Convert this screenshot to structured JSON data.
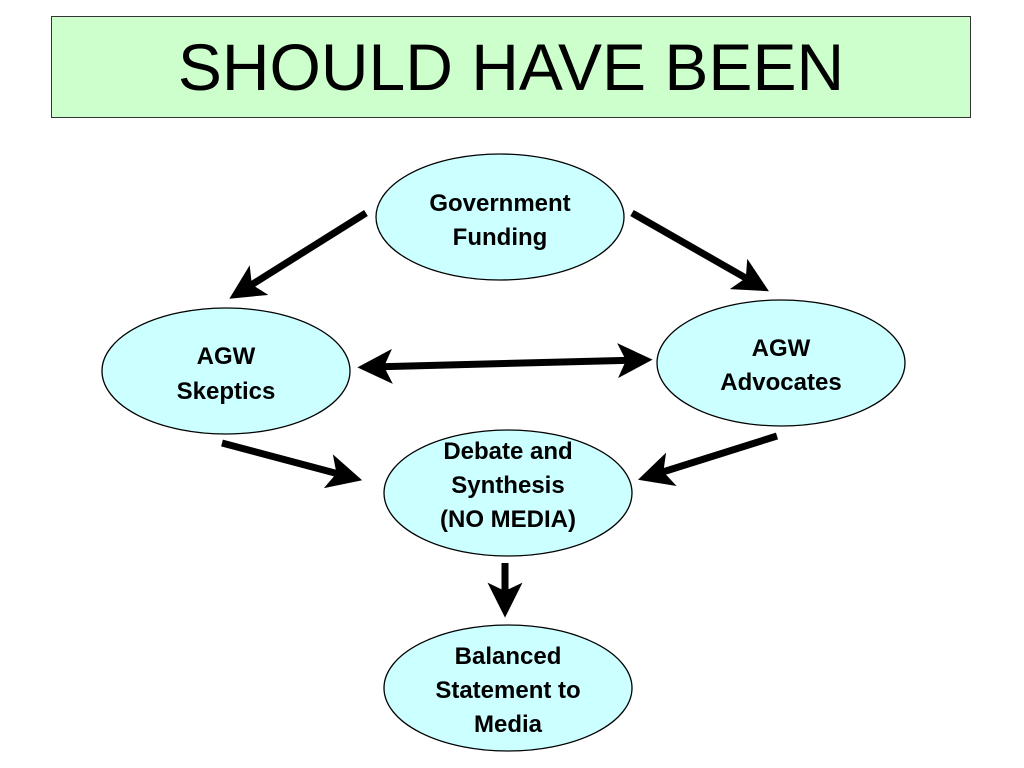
{
  "title": "SHOULD HAVE BEEN",
  "colors": {
    "title_bg": "#ccffcc",
    "node_fill": "#ccffff",
    "arrow": "#000000"
  },
  "nodes": {
    "government_funding": [
      "Government",
      "Funding"
    ],
    "agw_skeptics": [
      "AGW",
      "Skeptics"
    ],
    "agw_advocates": [
      "AGW",
      "Advocates"
    ],
    "debate_synthesis": [
      "Debate and",
      "Synthesis",
      "(NO MEDIA)"
    ],
    "balanced_statement": [
      "Balanced",
      "Statement to",
      "Media"
    ]
  },
  "edges": [
    {
      "from": "government_funding",
      "to": "agw_skeptics"
    },
    {
      "from": "government_funding",
      "to": "agw_advocates"
    },
    {
      "from": "agw_skeptics",
      "to": "agw_advocates",
      "bidirectional": true
    },
    {
      "from": "agw_skeptics",
      "to": "debate_synthesis"
    },
    {
      "from": "agw_advocates",
      "to": "debate_synthesis"
    },
    {
      "from": "debate_synthesis",
      "to": "balanced_statement"
    }
  ]
}
